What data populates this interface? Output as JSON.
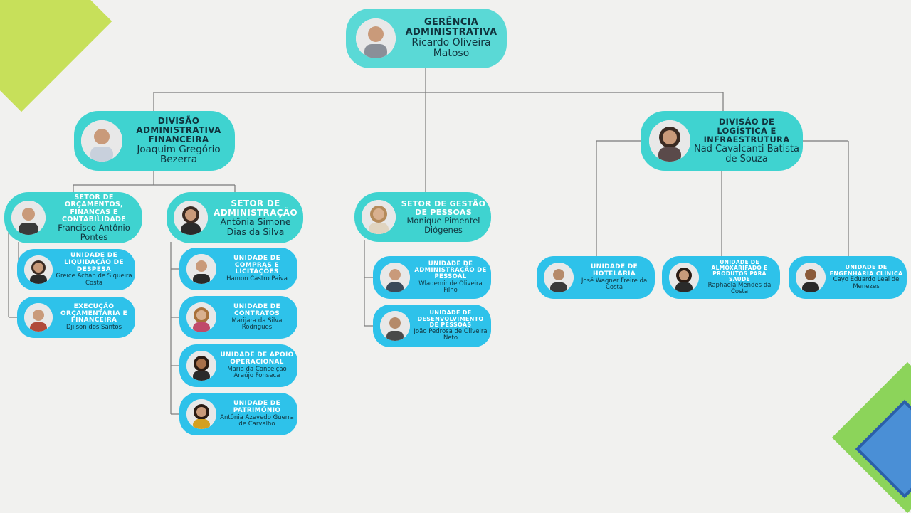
{
  "top": {
    "title": "GERÊNCIA ADMINISTRATIVA",
    "name": "Ricardo Oliveira Matoso"
  },
  "div_fin": {
    "title": "DIVISÃO ADMINISTRATIVA FINANCEIRA",
    "name": "Joaquim Gregório Bezerra"
  },
  "div_log": {
    "title": "DIVISÃO DE LOGÍSTICA E INFRAESTRUTURA",
    "name": "Nad Cavalcanti Batista de Souza"
  },
  "setor_orc": {
    "title": "SETOR DE ORÇAMENTOS, FINANÇAS E CONTABILIDADE",
    "name": "Francisco Antônio Pontes"
  },
  "setor_adm": {
    "title": "SETOR DE ADMINISTRAÇÃO",
    "name": "Antônia Simone Dias da Silva"
  },
  "setor_pes": {
    "title": "SETOR DE GESTÃO DE PESSOAS",
    "name": "Monique Pimentel Diógenes"
  },
  "u_liq": {
    "title": "UNIDADE DE LIQUIDAÇÃO DE DESPESA",
    "name": "Greice Achan de Siqueira Costa"
  },
  "u_exec": {
    "title": "EXECUÇÃO ORÇAMENTÁRIA E FINANCEIRA",
    "name": "Djilson dos Santos"
  },
  "u_comp": {
    "title": "UNIDADE DE COMPRAS E LICITAÇÕES",
    "name": "Hamon Castro Paiva"
  },
  "u_cont": {
    "title": "UNIDADE DE CONTRATOS",
    "name": "Marijara da Silva Rodrigues"
  },
  "u_apoio": {
    "title": "UNIDADE DE APOIO OPERACIONAL",
    "name": "Maria da Conceição Araújo Fonseca"
  },
  "u_pat": {
    "title": "UNIDADE DE PATRIMÔNIO",
    "name": "Antônia Azevedo Guerra de Carvalho"
  },
  "u_admp": {
    "title": "UNIDADE DE ADMINISTRAÇÃO DE PESSOAL",
    "name": "Wlademir de Oliveira Filho"
  },
  "u_desp": {
    "title": "UNIDADE DE DESENVOLVIMENTO DE PESSOAS",
    "name": "João Pedrosa de Oliveira Neto"
  },
  "u_hot": {
    "title": "UNIDADE DE HOTELARIA",
    "name": "José Wagner Freire da Costa"
  },
  "u_alm": {
    "title": "UNIDADE DE ALMOXARIFADO E PRODUTOS PARA SAÚDE",
    "name": "Raphaela Mendes da Costa"
  },
  "u_eng": {
    "title": "UNIDADE DE ENGENHARIA CLÍNICA",
    "name": "Cayo Eduardo Leal de Menezes"
  },
  "colors": {
    "big_box": "#3fd3d0",
    "small_box": "#2ec2ea",
    "lines": "#7a7a7a"
  },
  "icons": {
    "person": "person-photo-icon"
  }
}
